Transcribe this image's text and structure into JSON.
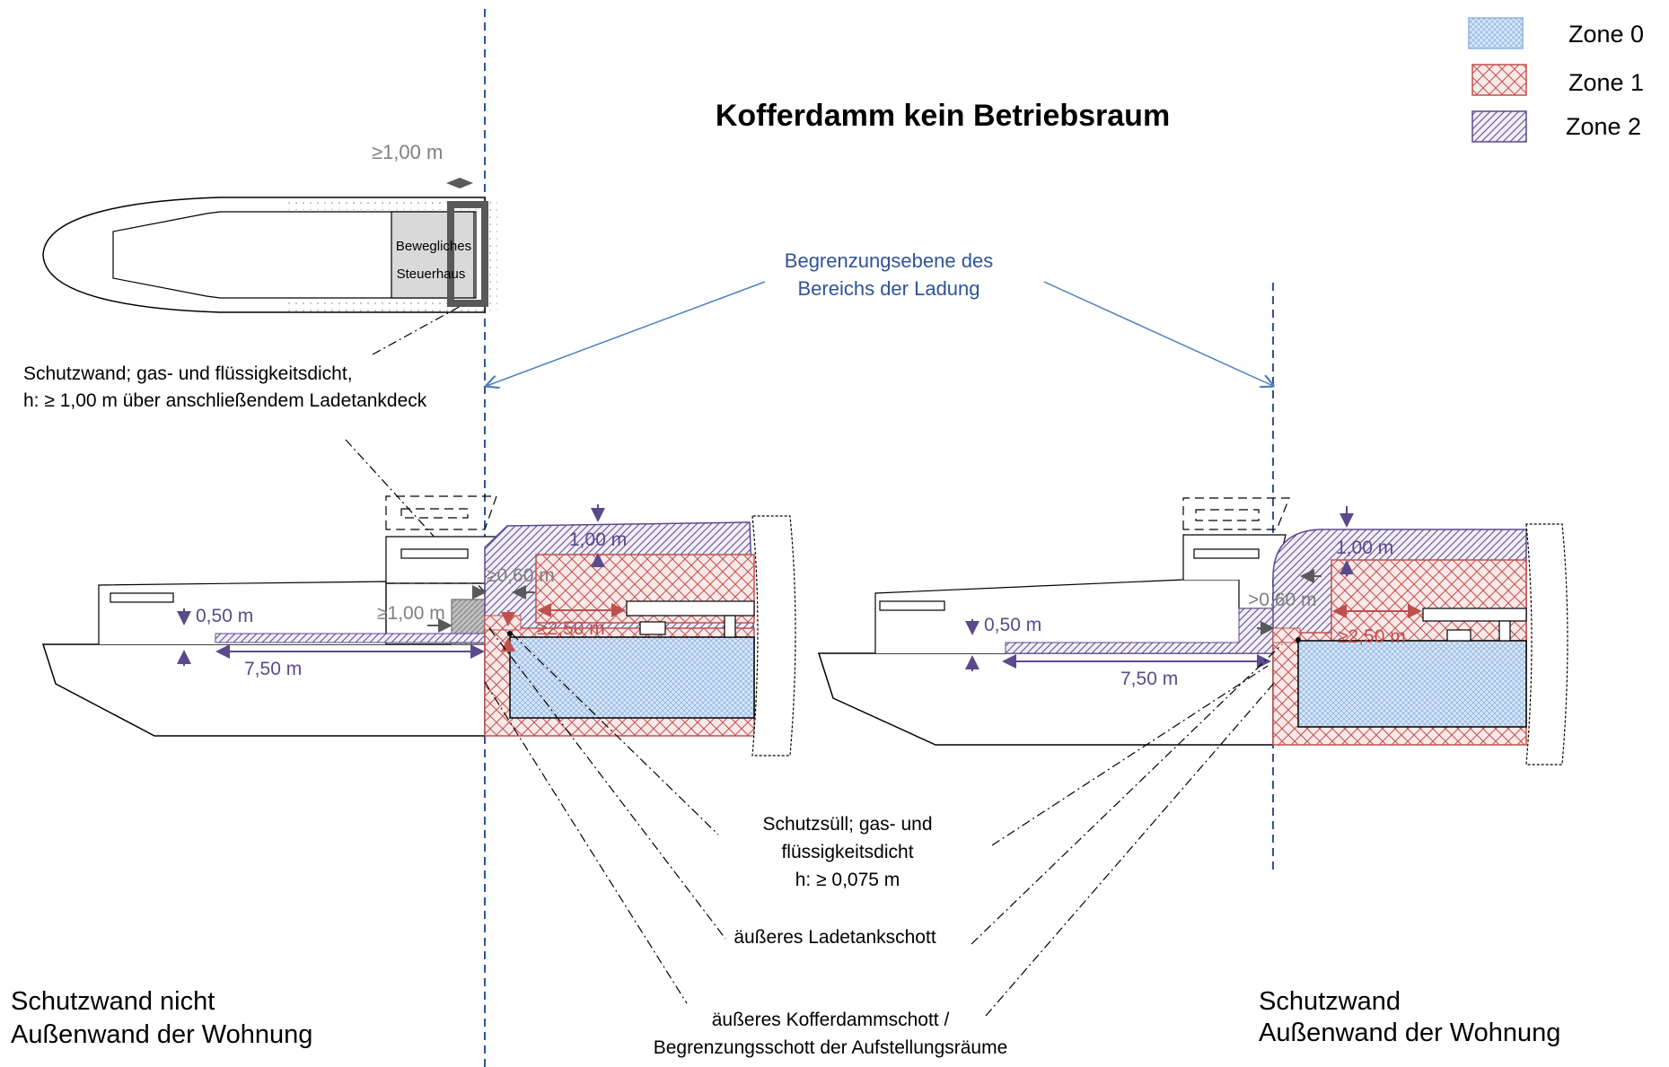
{
  "title": "Kofferdamm kein Betriebsraum",
  "legend": [
    {
      "label": "Zone 0",
      "pattern": "zone0",
      "color": "#8db4e2"
    },
    {
      "label": "Zone 1",
      "pattern": "zone1",
      "color": "#c0504d"
    },
    {
      "label": "Zone 2",
      "pattern": "zone2",
      "color": "#5b4a8b"
    }
  ],
  "top_view": {
    "dimension": "≥1,00 m",
    "wheelhouse_line1": "Bewegliches",
    "wheelhouse_line2": "Steuerhaus"
  },
  "boundary_label_line1": "Begrenzungsebene des",
  "boundary_label_line2": "Bereichs der Ladung",
  "protective_wall_line1": "Schutzwand;  gas- und flüssigkeitsdicht,",
  "protective_wall_line2": "h: ≥ 1,00 m über anschließendem Ladetankdeck",
  "left_ship": {
    "dim_050": "0,50 m",
    "dim_750": "7,50 m",
    "dim_100_wall": "≥1,00 m",
    "dim_060": "≥0,60 m",
    "dim_100": "1,00 m",
    "dim_250": "≥2,50 m"
  },
  "right_ship": {
    "dim_050": "0,50 m",
    "dim_750": "7,50 m",
    "dim_060": ">0,60 m",
    "dim_100": "1,00 m",
    "dim_250": "≥2,50 m"
  },
  "coaming_line1": "Schutzsüll; gas- und",
  "coaming_line2": "flüssigkeitsdicht",
  "coaming_line3": "h: ≥ 0,075 m",
  "outer_cargo_bulkhead": "äußeres Ladetankschott",
  "cofferdam_line1": "äußeres Kofferdammschott /",
  "cofferdam_line2": "Begrenzungsschott der Aufstellungsräume",
  "caption_left_line1": "Schutzwand nicht",
  "caption_left_line2": "Außenwand der Wohnung",
  "caption_right_line1": "Schutzwand",
  "caption_right_line2": "Außenwand der Wohnung"
}
